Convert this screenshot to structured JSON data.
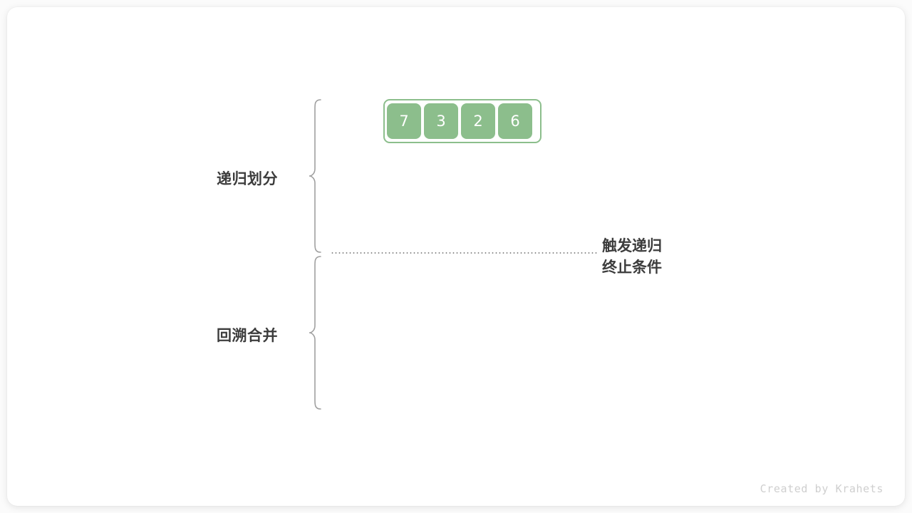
{
  "figure": {
    "title": "merge-sort-recursion-diagram",
    "background_color": "#fbfbfb",
    "card_color": "#ffffff"
  },
  "array": {
    "name": "initial-array",
    "cells": [
      {
        "value": "7"
      },
      {
        "value": "3"
      },
      {
        "value": "2"
      },
      {
        "value": "6"
      }
    ],
    "cell_color": "#8cbe8c",
    "cell_text_color": "#ffffff",
    "border_color": "#8cbe8c"
  },
  "phases": [
    {
      "id": "divide",
      "label": "递归划分",
      "brace_color": "#a0a0a0"
    },
    {
      "id": "merge",
      "label": "回溯合并",
      "brace_color": "#a0a0a0"
    }
  ],
  "divider": {
    "name": "recursion-base-case-divider",
    "style": "dotted",
    "color": "#888888",
    "note_line1": "触发递归",
    "note_line2": "终止条件"
  },
  "credit": {
    "text": "Created by Krahets",
    "color": "#cfcfcf"
  }
}
